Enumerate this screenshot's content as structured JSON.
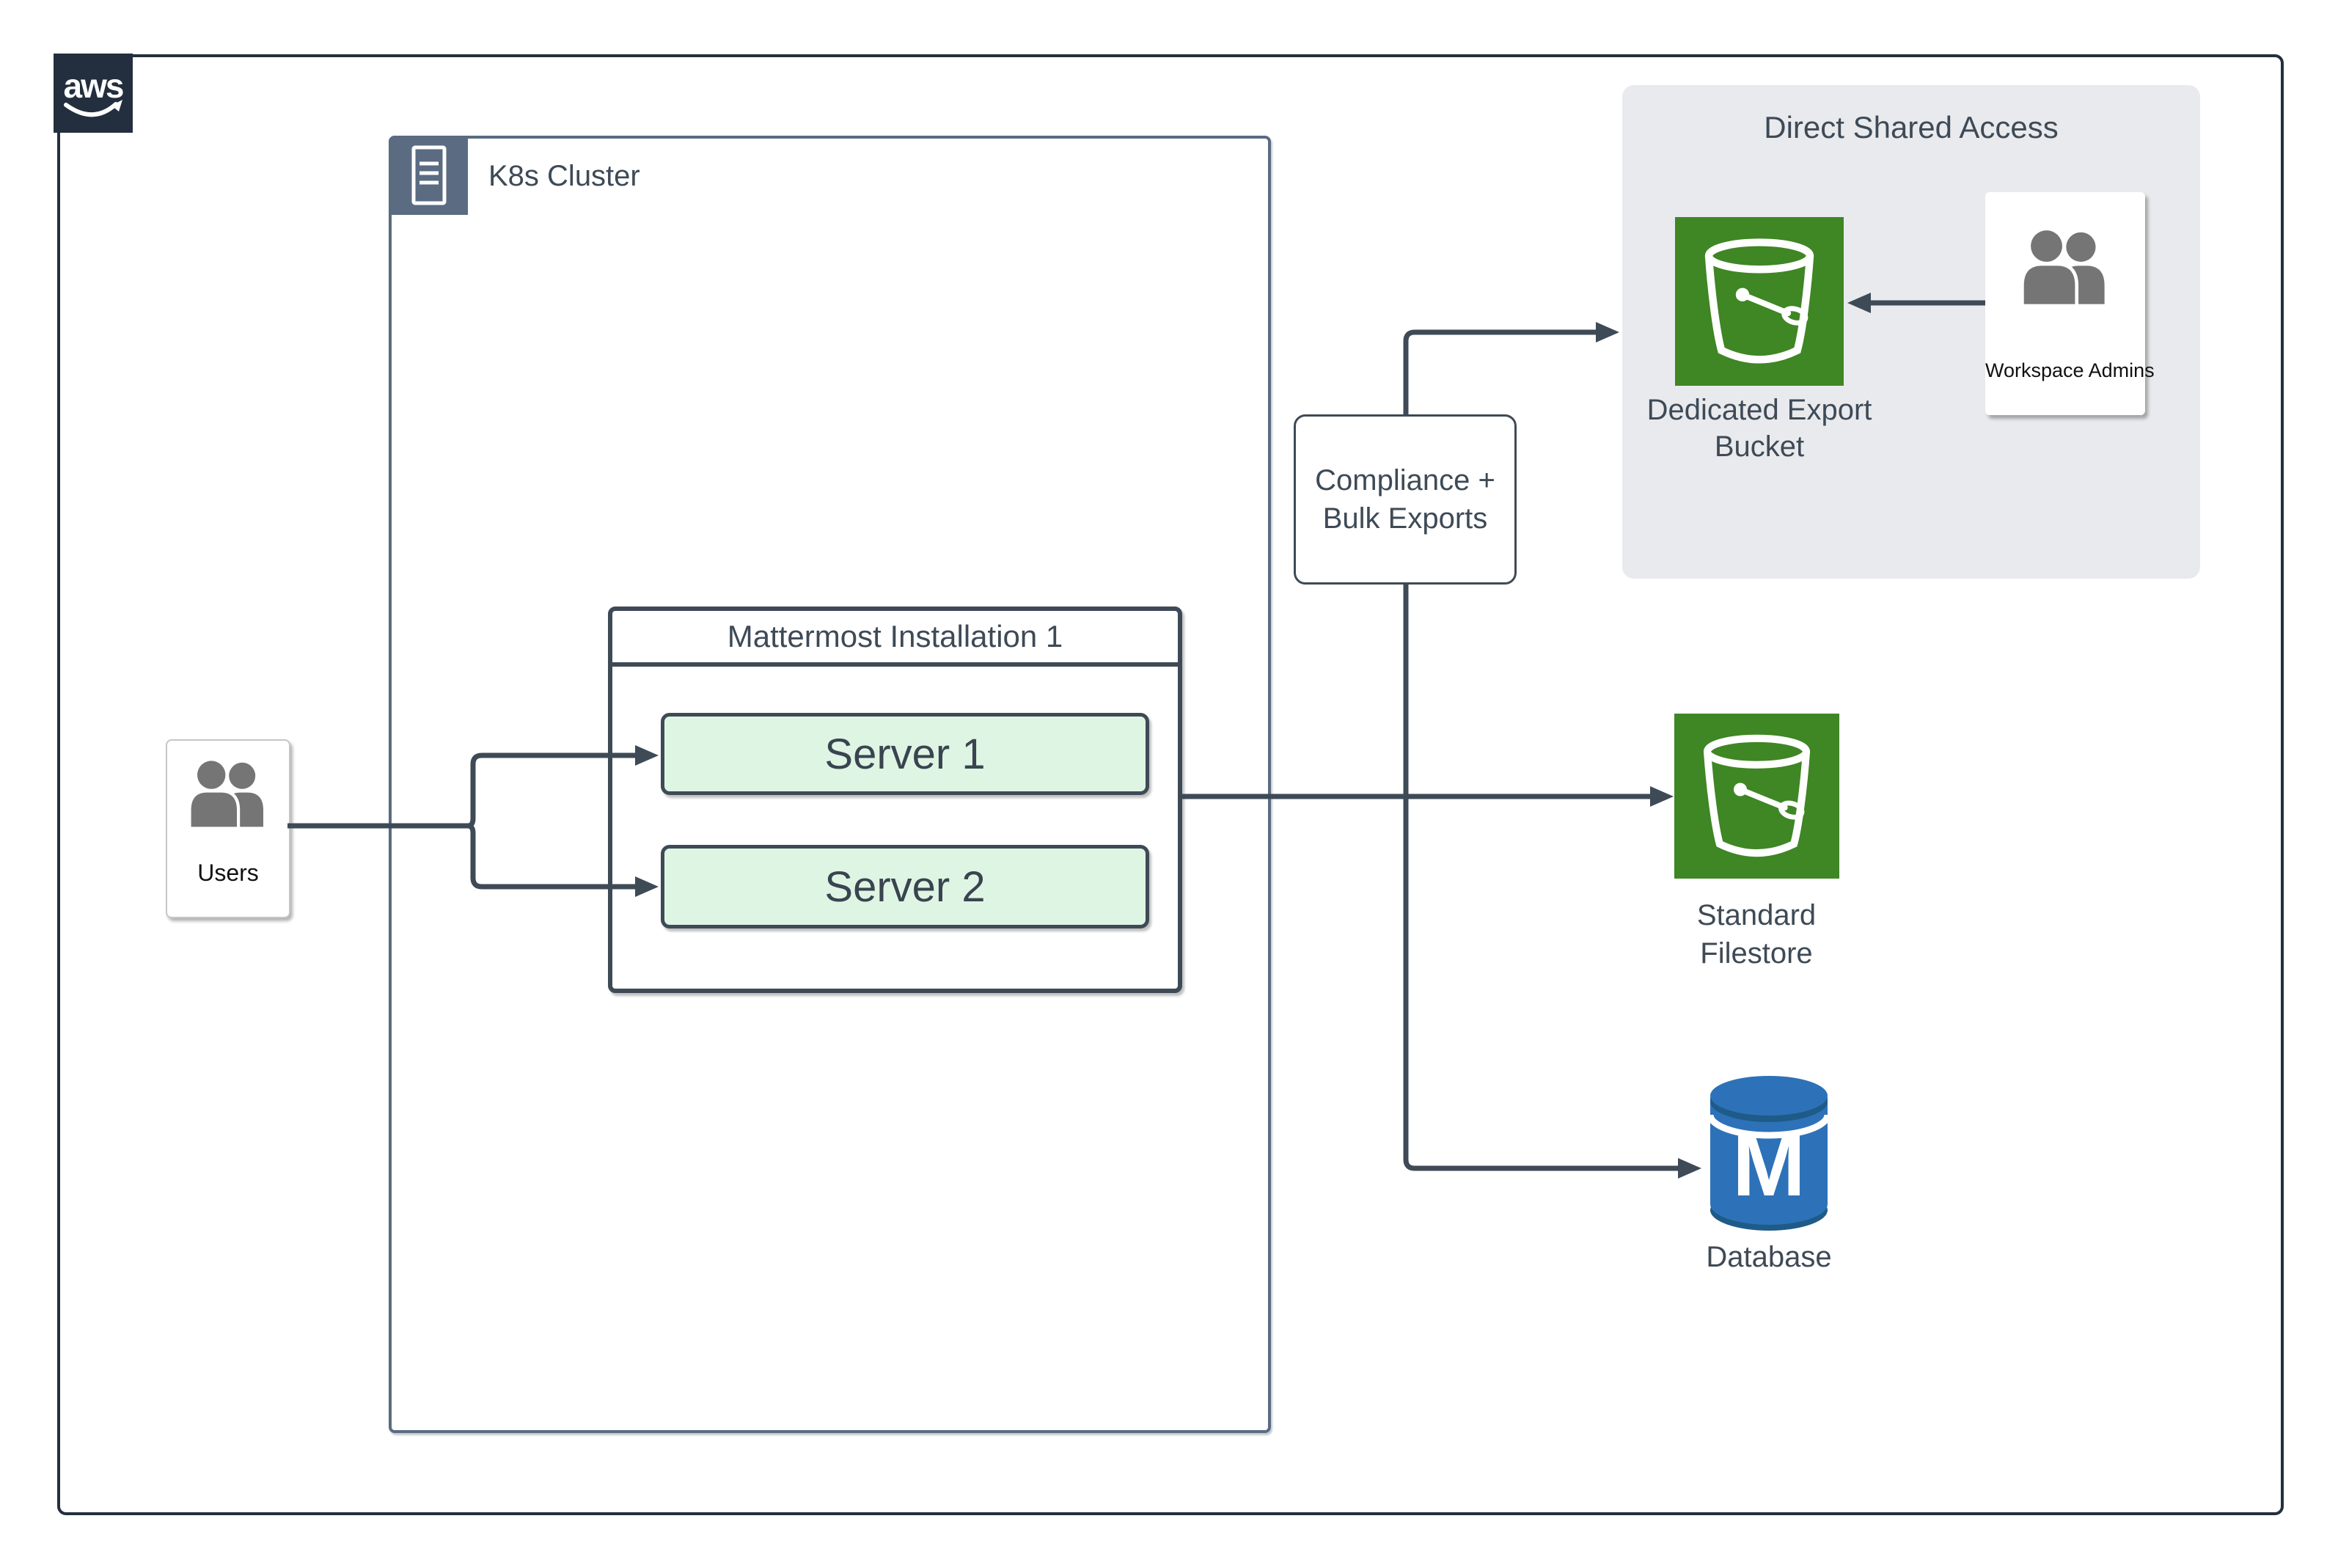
{
  "colors": {
    "frame_navy": "#232F3E",
    "cluster_border": "#5A6B82",
    "connector_dark": "#3E4A56",
    "server_fill": "#DFF5E3",
    "s3_green": "#3F8624",
    "database_blue": "#2D72B8",
    "database_blue_dark": "#1F5B88",
    "panel_gray": "#E9EAED",
    "person_gray": "#757575"
  },
  "aws": {
    "label": "aws"
  },
  "k8s_cluster": {
    "label": "K8s Cluster"
  },
  "users": {
    "label": "Users"
  },
  "mattermost": {
    "title": "Mattermost Installation 1",
    "servers": [
      {
        "label": "Server 1"
      },
      {
        "label": "Server 2"
      }
    ]
  },
  "compliance": {
    "line1": "Compliance +",
    "line2": "Bulk Exports"
  },
  "direct_shared_access": {
    "title": "Direct Shared Access",
    "bucket": {
      "line1": "Dedicated Export",
      "line2": "Bucket"
    },
    "admins": {
      "label": "Workspace Admins"
    }
  },
  "standard_filestore": {
    "line1": "Standard",
    "line2": "Filestore"
  },
  "database": {
    "label": "Database",
    "monogram": "M"
  }
}
